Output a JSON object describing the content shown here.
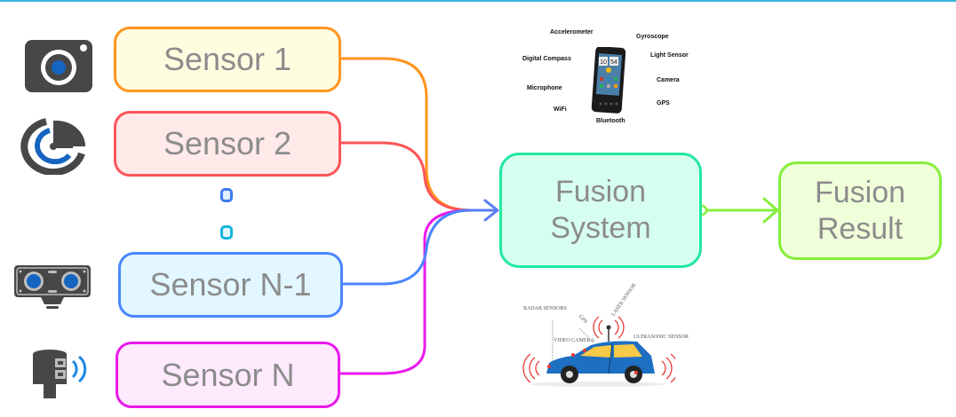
{
  "diagram": {
    "title": "Multi-sensor data fusion",
    "sensors": [
      {
        "id": "s1",
        "label": "Sensor 1",
        "icon": "camera-icon",
        "border": "#ff951e",
        "fill": "#fffde0"
      },
      {
        "id": "s2",
        "label": "Sensor 2",
        "icon": "radar-sensor-icon",
        "border": "#ff5557",
        "fill": "#ffe9e9"
      },
      {
        "id": "sn1",
        "label": "Sensor N-1",
        "icon": "stereo-camera-icon",
        "border": "#4a86ff",
        "fill": "#e2f7ff"
      },
      {
        "id": "sn",
        "label": "Sensor N",
        "icon": "ultrasonic-sensor-icon",
        "border": "#ec18ec",
        "fill": "#fdeafd"
      }
    ],
    "ellipsis_markers": [
      "O",
      "O"
    ],
    "fusion_system": {
      "line1": "Fusion",
      "line2": "System",
      "border": "#22e8a0",
      "fill": "#d6fff0"
    },
    "fusion_result": {
      "line1": "Fusion",
      "line2": "Result",
      "border": "#86ee3c",
      "fill": "#efffda"
    },
    "edges": [
      {
        "from": "Sensor 1",
        "to": "Fusion System"
      },
      {
        "from": "Sensor 2",
        "to": "Fusion System"
      },
      {
        "from": "Sensor N-1",
        "to": "Fusion System"
      },
      {
        "from": "Sensor N",
        "to": "Fusion System"
      },
      {
        "from": "Fusion System",
        "to": "Fusion Result"
      }
    ]
  },
  "smartphone_image": {
    "clock": "10:54",
    "labels": {
      "accelerometer": "Accelerometer",
      "gyroscope": "Gyroscope",
      "digital_compass": "Digital Compass",
      "light_sensor": "Light Sensor",
      "camera": "Camera",
      "microphone": "Microphone",
      "gps": "GPS",
      "wifi": "WiFi",
      "bluetooth": "Bluetooth"
    }
  },
  "car_image": {
    "labels": {
      "radar": "RADAR SENSORS",
      "gps": "GPS",
      "laser": "LASER SENSOR",
      "video": "VIDEO CAMERA",
      "ultrasonic": "ULTRASONIC SENSOR"
    }
  },
  "colors": {
    "top_rule": "#3cb4dc",
    "node_text": "#8c8c8c"
  }
}
